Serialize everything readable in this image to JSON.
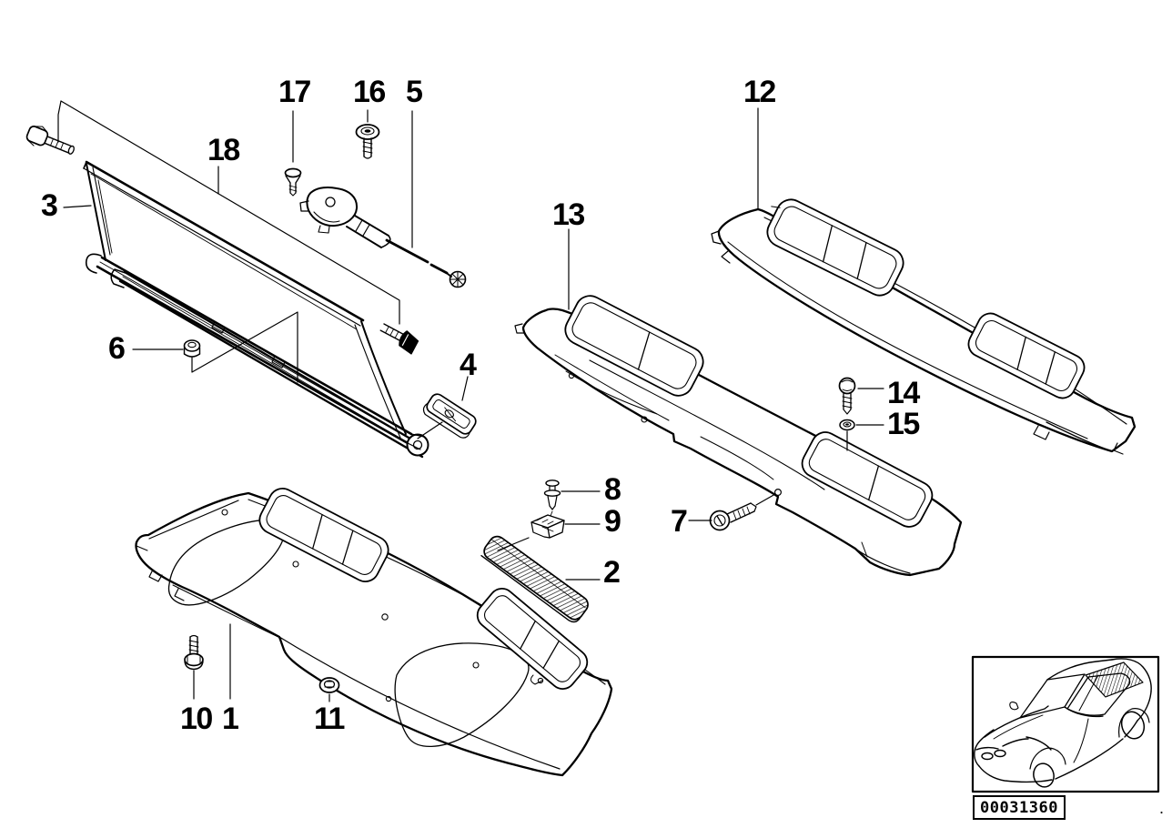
{
  "colors": {
    "line": "#000000",
    "background": "#ffffff"
  },
  "callouts": [
    "1",
    "2",
    "3",
    "4",
    "5",
    "6",
    "7",
    "8",
    "9",
    "10",
    "11",
    "12",
    "13",
    "14",
    "15",
    "16",
    "17",
    "18"
  ],
  "inset": {
    "code": "00031360",
    "dot": "."
  }
}
